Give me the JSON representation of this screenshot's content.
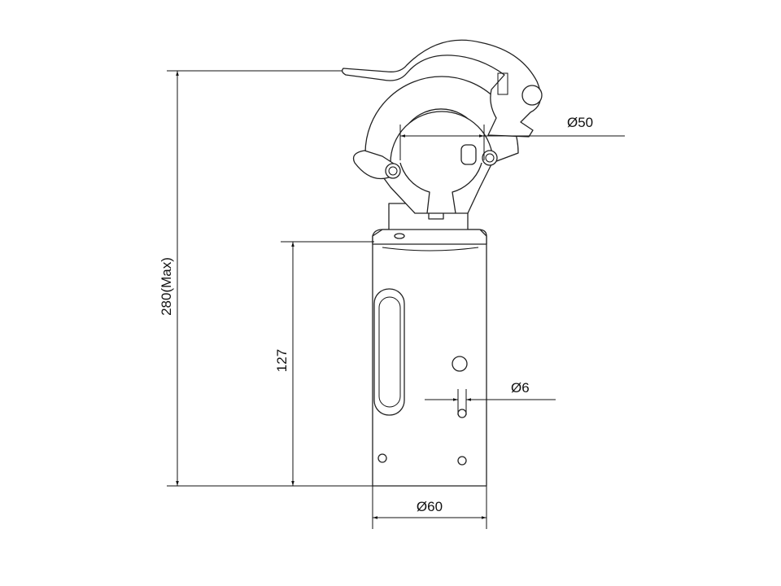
{
  "drawing": {
    "title": "Clamp adapter technical drawing",
    "dimensions": {
      "total_height": "280(Max)",
      "tube_height": "127",
      "clamp_diameter": "Ø50",
      "hole_diameter": "Ø6",
      "tube_diameter": "Ø60"
    },
    "line_color": "#111111"
  }
}
